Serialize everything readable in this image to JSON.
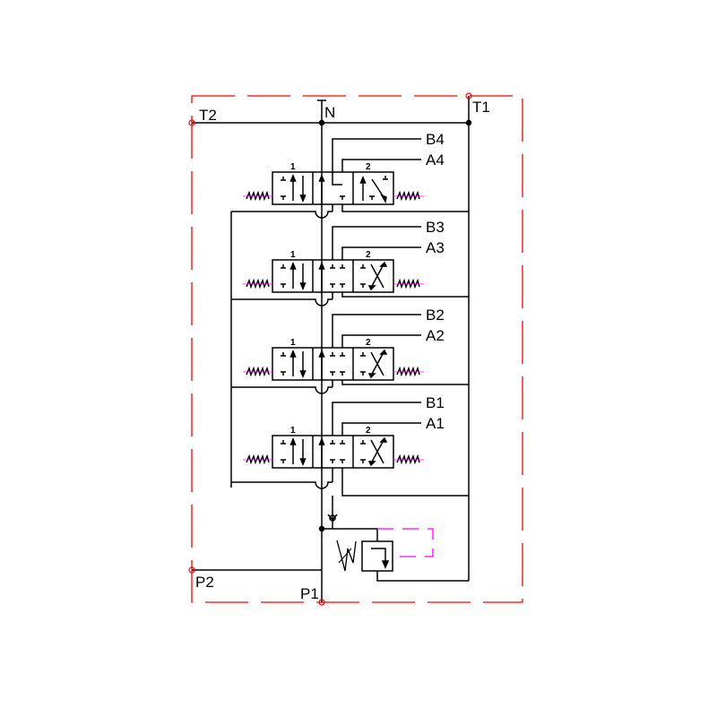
{
  "ports": {
    "T1": "T1",
    "T2": "T2",
    "N": "N",
    "P1": "P1",
    "P2": "P2"
  },
  "sections": [
    {
      "id": 4,
      "label_b": "B4",
      "label_a": "A4",
      "pos1": "1",
      "pos2": "2",
      "variant": "float"
    },
    {
      "id": 3,
      "label_b": "B3",
      "label_a": "A3",
      "pos1": "1",
      "pos2": "2",
      "variant": "cross"
    },
    {
      "id": 2,
      "label_b": "B2",
      "label_a": "A2",
      "pos1": "1",
      "pos2": "2",
      "variant": "cross"
    },
    {
      "id": 1,
      "label_b": "B1",
      "label_a": "A1",
      "pos1": "1",
      "pos2": "2",
      "variant": "cross"
    }
  ],
  "colors": {
    "line": "#000000",
    "boundary": "#ff0000",
    "pilot": "#ff00ff"
  }
}
